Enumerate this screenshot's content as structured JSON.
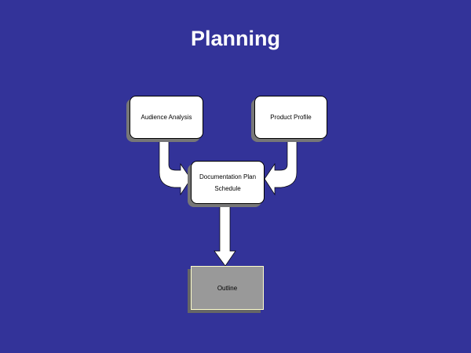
{
  "title": "Planning",
  "nodes": {
    "audience": "Audience Analysis",
    "product": "Product Profile",
    "doc_line1": "Documentation Plan",
    "doc_line2": "Schedule",
    "outline": "Outline"
  },
  "colors": {
    "background": "#333399",
    "box": "#ffffff",
    "outline_box": "#999999",
    "arrow": "#ffffff"
  }
}
